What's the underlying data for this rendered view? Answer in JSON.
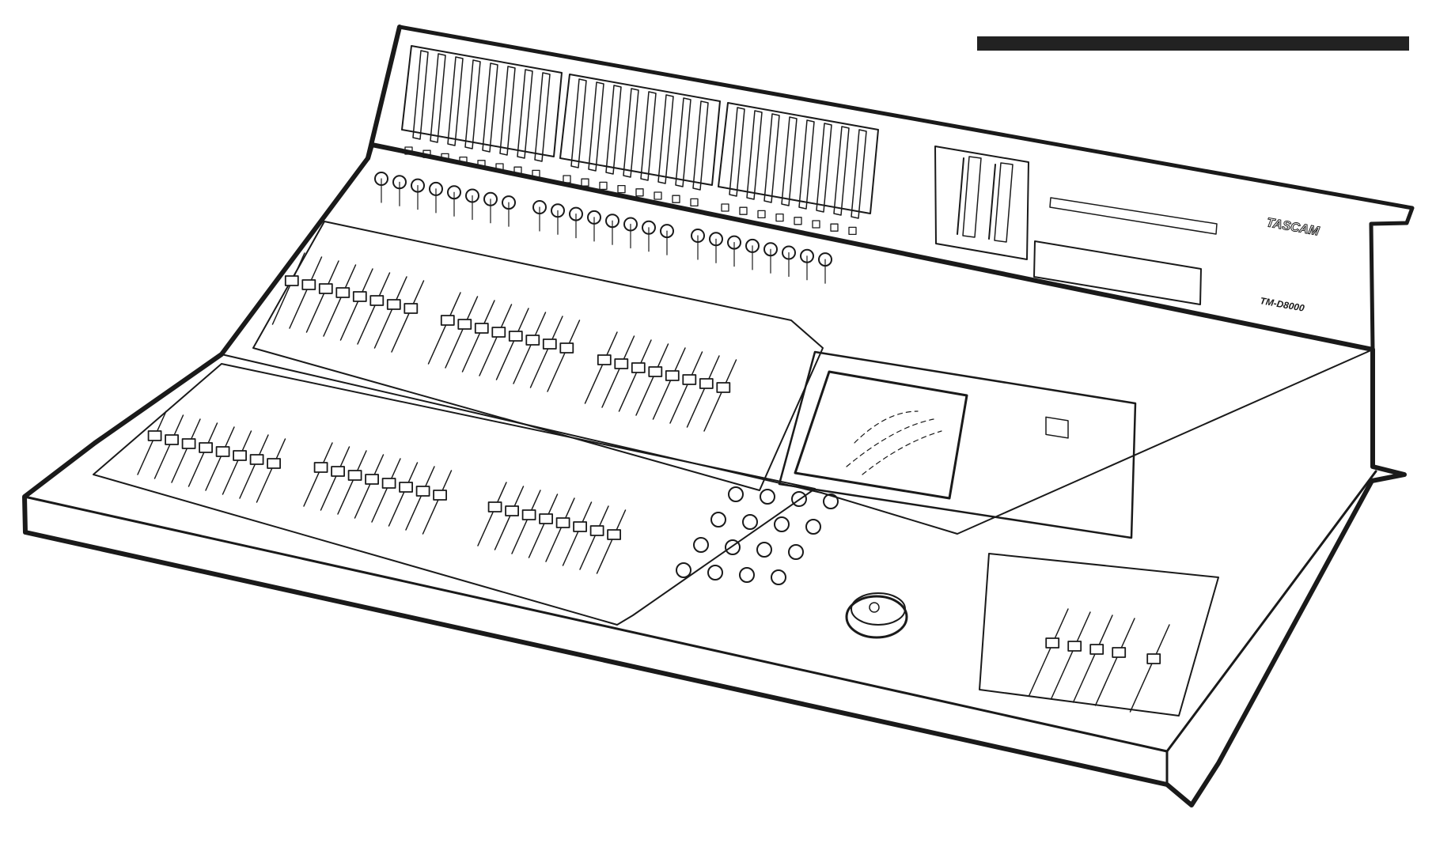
{
  "page": {
    "background": "#ffffff",
    "line_color": "#1a1a1a",
    "header_bar_color": "#222222"
  },
  "console": {
    "brand": "TASCAM",
    "model": "TM-D8000",
    "meter_bridge_groups": 3,
    "meters_per_group": 8,
    "master_meters": 2,
    "top_channel_strips": 24,
    "bottom_channel_strips": 24,
    "assignable_knobs": 16,
    "jog_wheel": "jog-shuttle-wheel"
  }
}
